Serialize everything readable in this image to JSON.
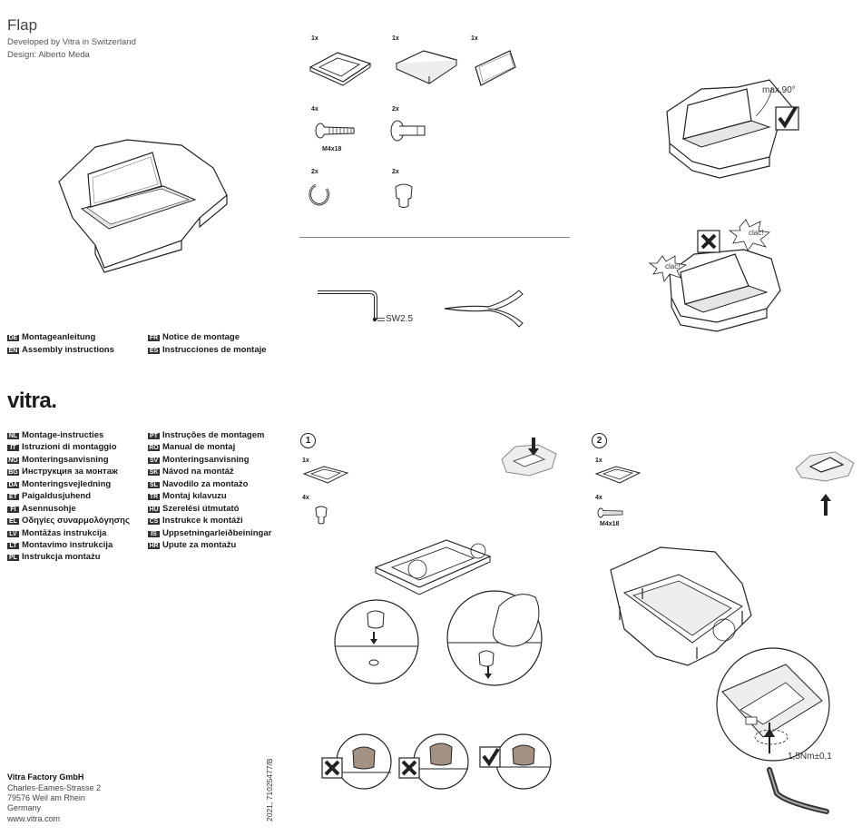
{
  "product": {
    "title": "Flap",
    "developed": "Developed by Vitra in Switzerland",
    "design": "Design: Alberto Meda"
  },
  "languages_top": [
    {
      "code": "DE",
      "label": "Montageanleitung"
    },
    {
      "code": "EN",
      "label": "Assembly instructions"
    },
    {
      "code": "FR",
      "label": "Notice de montage"
    },
    {
      "code": "ES",
      "label": "Instrucciones de montaje"
    }
  ],
  "brand": "vitra.",
  "languages_col1": [
    {
      "code": "NL",
      "label": "Montage-instructies"
    },
    {
      "code": "IT",
      "label": "Istruzioni di montaggio"
    },
    {
      "code": "NO",
      "label": "Monteringsanvisning"
    },
    {
      "code": "BG",
      "label": "Инструкция за монтаж"
    },
    {
      "code": "DA",
      "label": "Monteringsvejledning"
    },
    {
      "code": "ET",
      "label": "Paigaldusjuhend"
    },
    {
      "code": "FI",
      "label": "Asennusohje"
    },
    {
      "code": "EL",
      "label": "Οδηγίες συναρμολόγησης"
    },
    {
      "code": "LV",
      "label": "Montāžas instrukcija"
    },
    {
      "code": "LT",
      "label": "Montavimo instrukcija"
    },
    {
      "code": "PL",
      "label": "Instrukcja montażu"
    }
  ],
  "languages_col2": [
    {
      "code": "PT",
      "label": "Instruções de montagem"
    },
    {
      "code": "RO",
      "label": "Manual de montaj"
    },
    {
      "code": "SV",
      "label": "Monteringsanvisning"
    },
    {
      "code": "SK",
      "label": "Návod na montáž"
    },
    {
      "code": "SL",
      "label": "Navodilo za montažo"
    },
    {
      "code": "TR",
      "label": "Montaj kılavuzu"
    },
    {
      "code": "HU",
      "label": "Szerelési útmutató"
    },
    {
      "code": "CS",
      "label": "Instrukce k montáži"
    },
    {
      "code": "IS",
      "label": "Uppsetningarleiðbeiningar"
    },
    {
      "code": "HR",
      "label": "Upute za montažu"
    }
  ],
  "address": {
    "company": "Vitra Factory GmbH",
    "street": "Charles-Eames-Strasse 2",
    "city": "79576 Weil am Rhein",
    "country": "Germany",
    "web": "www.vitra.com"
  },
  "doc_number": "2021, 71025477/B",
  "parts": {
    "frame_qty": "1x",
    "tray_qty": "1x",
    "lid_qty": "1x",
    "screw_qty": "4x",
    "screw_label": "M4x18",
    "pin_qty": "2x",
    "ring_qty": "2x",
    "buffer_qty": "2x"
  },
  "tools": {
    "wrench_label": "SW2.5"
  },
  "notes": {
    "max_angle": "max.90°",
    "clac": "clac!"
  },
  "step1": {
    "number": "1",
    "frame_qty": "1x",
    "buffer_qty": "4x"
  },
  "step2": {
    "number": "2",
    "frame_qty": "1x",
    "screw_qty": "4x",
    "screw_label": "M4x18",
    "torque": "1,5Nm±0,1"
  }
}
